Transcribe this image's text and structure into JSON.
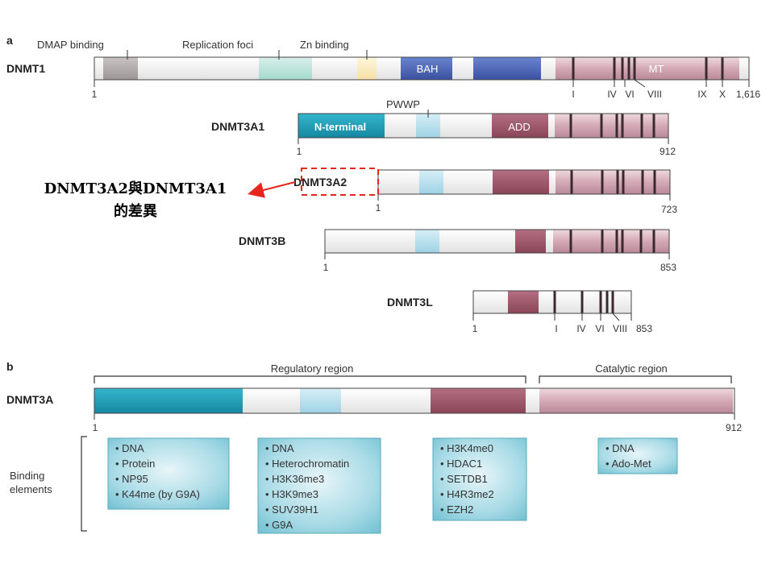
{
  "panel_a": {
    "label": "a",
    "dnmt1": {
      "name": "DNMT1",
      "labels": {
        "dmap": "DMAP binding",
        "repl": "Replication foci",
        "zn": "Zn binding",
        "bah": "BAH",
        "mt": "MT"
      },
      "start": "1",
      "end": "1,616",
      "motifs": [
        "I",
        "IV",
        "VI",
        "VIII",
        "IX",
        "X"
      ]
    },
    "dnmt3a1": {
      "name": "DNMT3A1",
      "nterm": "N-terminal",
      "pwwp": "PWWP",
      "add": "ADD",
      "start": "1",
      "end": "912"
    },
    "dnmt3a2": {
      "name": "DNMT3A2",
      "start": "1",
      "end": "723"
    },
    "dnmt3b": {
      "name": "DNMT3B",
      "start": "1",
      "end": "853"
    },
    "dnmt3l": {
      "name": "DNMT3L",
      "start": "1",
      "end": "853",
      "motifs": [
        "I",
        "IV",
        "VI",
        "VIII"
      ]
    },
    "annotation": {
      "line1": "DNMT3A2與DNMT3A1",
      "line2": "的差異"
    }
  },
  "panel_b": {
    "label": "b",
    "name": "DNMT3A",
    "regulatory": "Regulatory region",
    "catalytic": "Catalytic region",
    "start": "1",
    "end": "912",
    "binding_label_1": "Binding",
    "binding_label_2": "elements",
    "boxes": [
      [
        "DNA",
        "Protein",
        "NP95",
        "K44me (by G9A)"
      ],
      [
        "DNA",
        "Heterochromatin",
        "H3K36me3",
        "H3K9me3",
        "SUV39H1",
        "G9A"
      ],
      [
        "H3K4me0",
        "HDAC1",
        "SETDB1",
        "H4R3me2",
        "EZH2"
      ],
      [
        "DNA",
        "Ado-Met"
      ]
    ]
  },
  "colors": {
    "mt": "#dcb7c2",
    "mt_dark": "#b3798b",
    "bah": "#4a64b3",
    "nterm": "#1a9fb9",
    "pwwp": "#a9dcec",
    "add": "#a05669",
    "box": "#7ec8d8",
    "arrow": "#e8251c"
  }
}
